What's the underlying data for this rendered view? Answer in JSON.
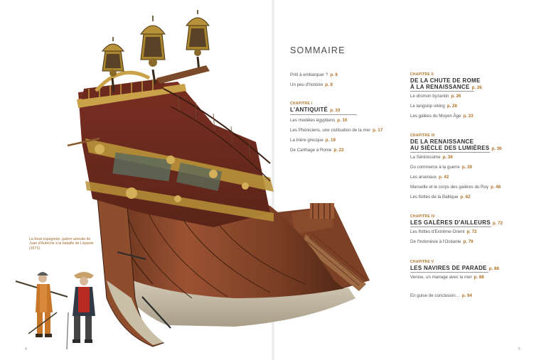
{
  "caption": "La Real espagnole, galère amirale de Juan d'Autriche à la bataille de Lépante (1571).",
  "page_numbers": {
    "left": "4",
    "right": "5"
  },
  "toc": {
    "title": "SOMMAIRE",
    "intro": [
      {
        "label": "Prêt à embarquer ?",
        "page": "p. 6"
      },
      {
        "label": "Un peu d'histoire",
        "page": "p. 8"
      }
    ],
    "chapters": [
      {
        "label": "CHAPITRE I",
        "title_lines": [
          "L'ANTIQUITÉ"
        ],
        "page": "p. 10",
        "entries": [
          {
            "label": "Les modèles égyptiens",
            "page": "p. 10"
          },
          {
            "label": "Les Phéniciens, une civilisation de la mer",
            "page": "p. 17"
          },
          {
            "label": "La trière grecque",
            "page": "p. 19"
          },
          {
            "label": "De Carthage à Rome",
            "page": "p. 22"
          }
        ]
      },
      {
        "label": "CHAPITRE II",
        "title_lines": [
          "DE LA CHUTE DE ROME",
          "À LA RENAISSANCE"
        ],
        "page": "p. 26",
        "entries": [
          {
            "label": "Le dromon byzantin",
            "page": "p. 26"
          },
          {
            "label": "Le langskip viking",
            "page": "p. 28"
          },
          {
            "label": "Les galées du Moyen Âge",
            "page": "p. 33"
          }
        ]
      },
      {
        "label": "CHAPITRE III",
        "title_lines": [
          "DE LA RENAISSANCE",
          "AU SIÈCLE DES LUMIÈRES"
        ],
        "page": "p. 36",
        "entries": [
          {
            "label": "La Sérénissime",
            "page": "p. 36"
          },
          {
            "label": "Du commerce à la guerre",
            "page": "p. 39"
          },
          {
            "label": "Les arsenaux",
            "page": "p. 42"
          },
          {
            "label": "Marseille et le corps des galères du Roy",
            "page": "p. 48"
          },
          {
            "label": "Les flottes de la Baltique",
            "page": "p. 62"
          }
        ]
      },
      {
        "label": "CHAPITRE IV",
        "title_lines": [
          "LES GALÈRES D'AILLEURS"
        ],
        "page": "p. 72",
        "entries": [
          {
            "label": "Les flottes d'Extrême-Orient",
            "page": "p. 72"
          },
          {
            "label": "De l'Indonésie à l'Océanie",
            "page": "p. 79"
          }
        ]
      },
      {
        "label": "CHAPITRE V",
        "title_lines": [
          "LES NAVIRES DE PARADE"
        ],
        "page": "p. 88",
        "entries": [
          {
            "label": "Venise, un mariage avec la mer",
            "page": "p. 88"
          }
        ]
      }
    ],
    "conclusion": {
      "label": "En guise de conclusion…",
      "page": "p. 94"
    }
  },
  "colors": {
    "accent": "#b07024",
    "hull": "#8a4a2c",
    "hull_light": "#cbbfa8",
    "gold": "#b8923a"
  }
}
